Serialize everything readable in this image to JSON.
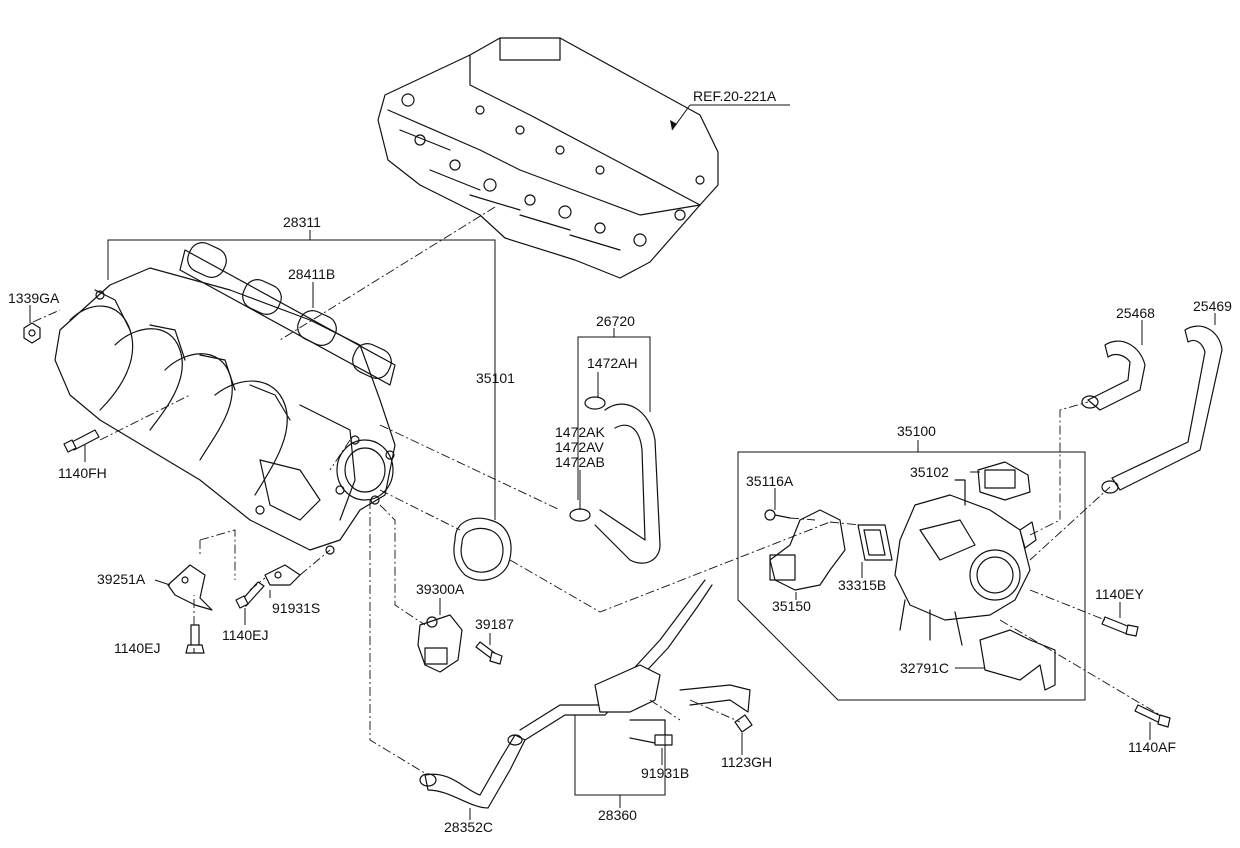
{
  "reference_label": "REF.20-221A",
  "labels": {
    "p28311": "28311",
    "p28411B": "28411B",
    "p1339GA": "1339GA",
    "p1140FH": "1140FH",
    "p35101": "35101",
    "p26720": "26720",
    "p1472AH": "1472AH",
    "p1472AK": "1472AK",
    "p1472AV": "1472AV",
    "p1472AB": "1472AB",
    "p25468": "25468",
    "p25469": "25469",
    "p35100": "35100",
    "p35102": "35102",
    "p35116A": "35116A",
    "p33315B": "33315B",
    "p35150": "35150",
    "p1140EY": "1140EY",
    "p32791C": "32791C",
    "p1140AF": "1140AF",
    "p39251A": "39251A",
    "p91931S": "91931S",
    "p1140EJ_a": "1140EJ",
    "p1140EJ_b": "1140EJ",
    "p39300A": "39300A",
    "p39187": "39187",
    "p91931B": "91931B",
    "p1123GH": "1123GH",
    "p28352C": "28352C",
    "p28360": "28360"
  }
}
